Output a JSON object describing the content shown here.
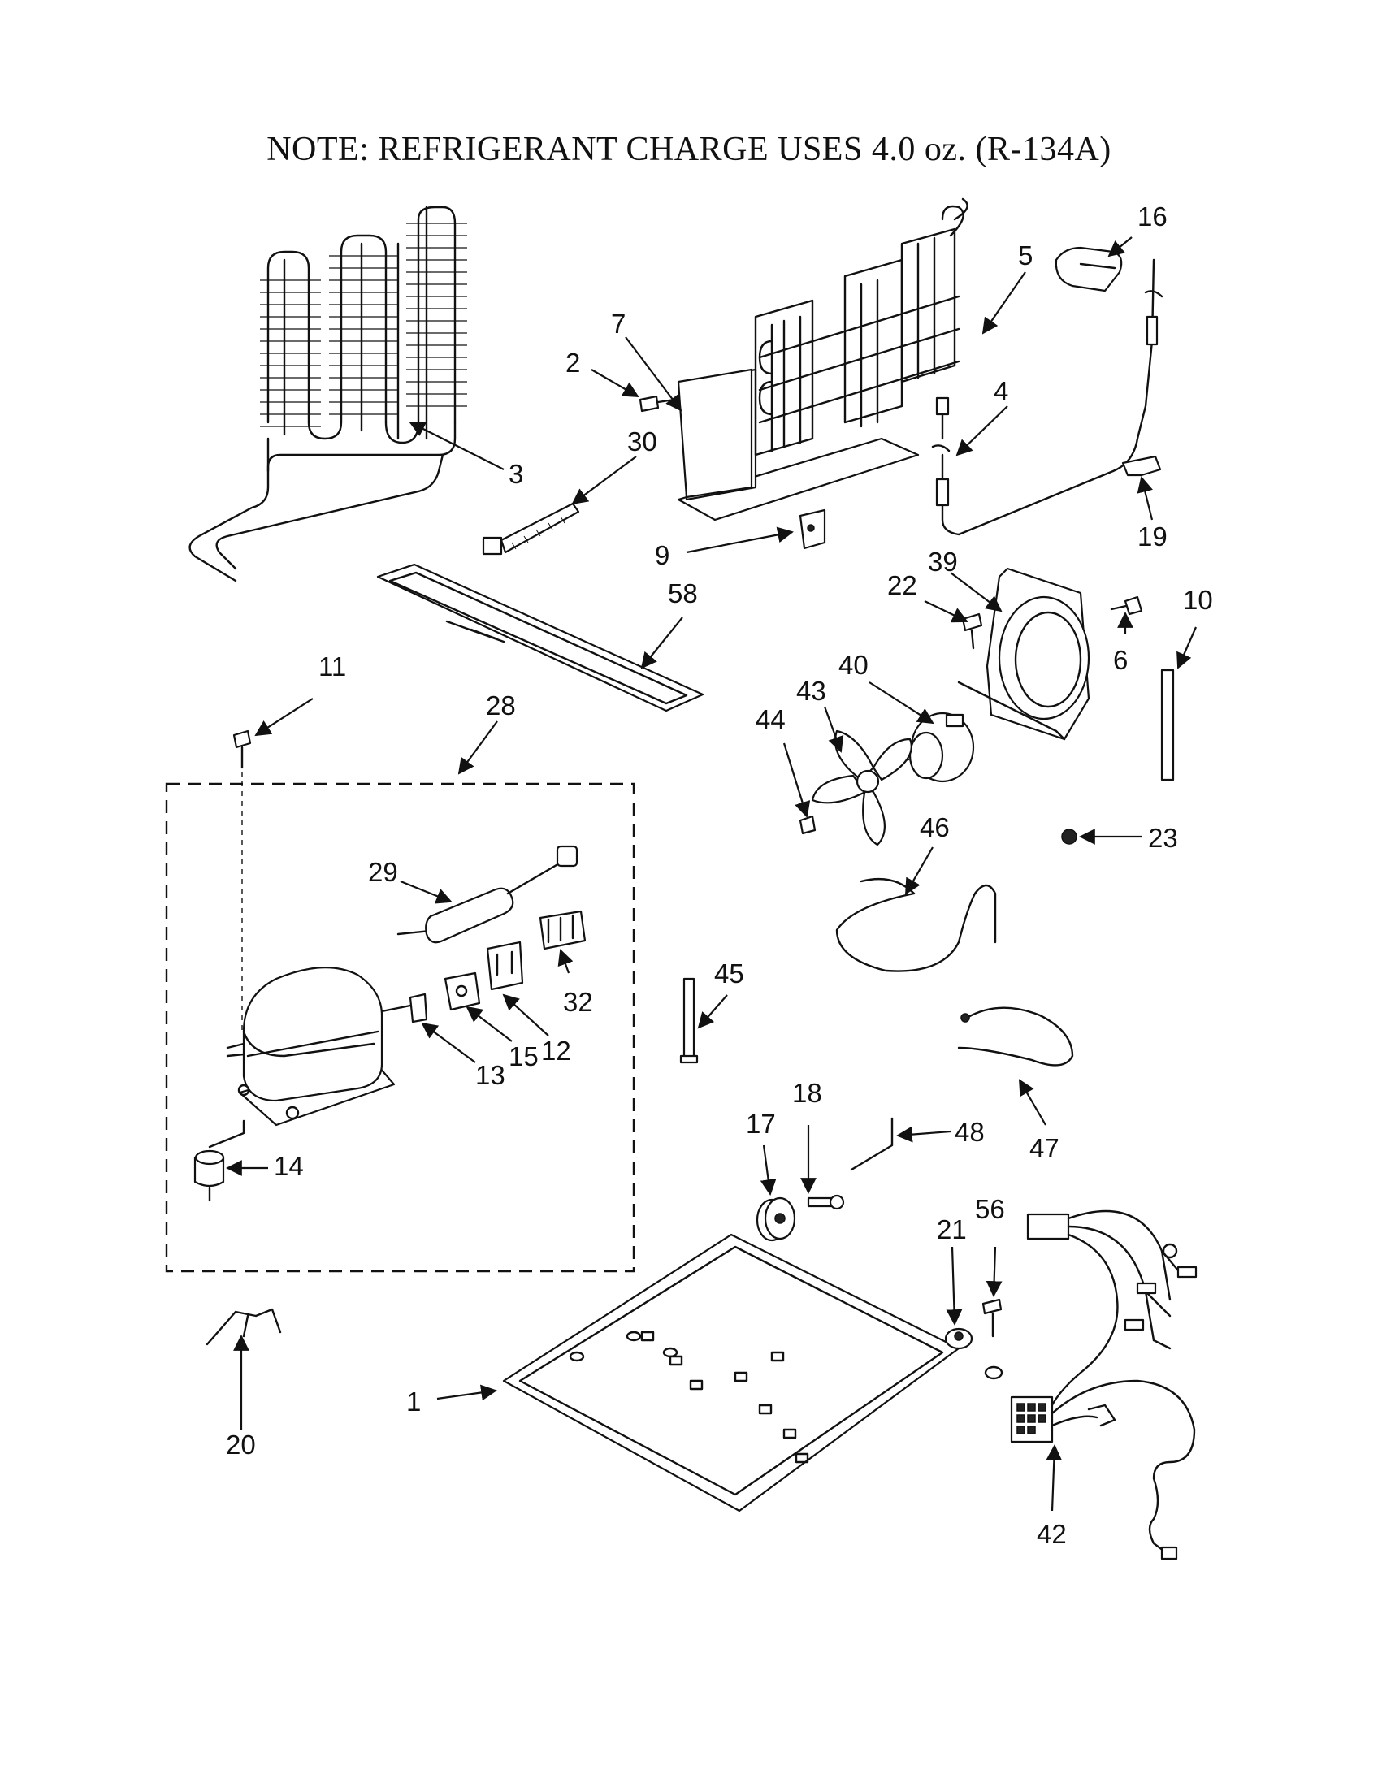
{
  "note": "NOTE: REFRIGERANT CHARGE USES 4.0 oz. (R-134A)",
  "callouts": {
    "c1": "1",
    "c2": "2",
    "c3": "3",
    "c4": "4",
    "c5": "5",
    "c6": "6",
    "c7": "7",
    "c9": "9",
    "c10": "10",
    "c11": "11",
    "c12": "12",
    "c13": "13",
    "c14": "14",
    "c15": "15",
    "c16": "16",
    "c17": "17",
    "c18": "18",
    "c19": "19",
    "c20": "20",
    "c21": "21",
    "c22": "22",
    "c23": "23",
    "c28": "28",
    "c29": "29",
    "c30": "30",
    "c32": "32",
    "c39": "39",
    "c40": "40",
    "c42": "42",
    "c43": "43",
    "c44": "44",
    "c45": "45",
    "c46": "46",
    "c47": "47",
    "c48": "48",
    "c56": "56",
    "c58": "58"
  }
}
